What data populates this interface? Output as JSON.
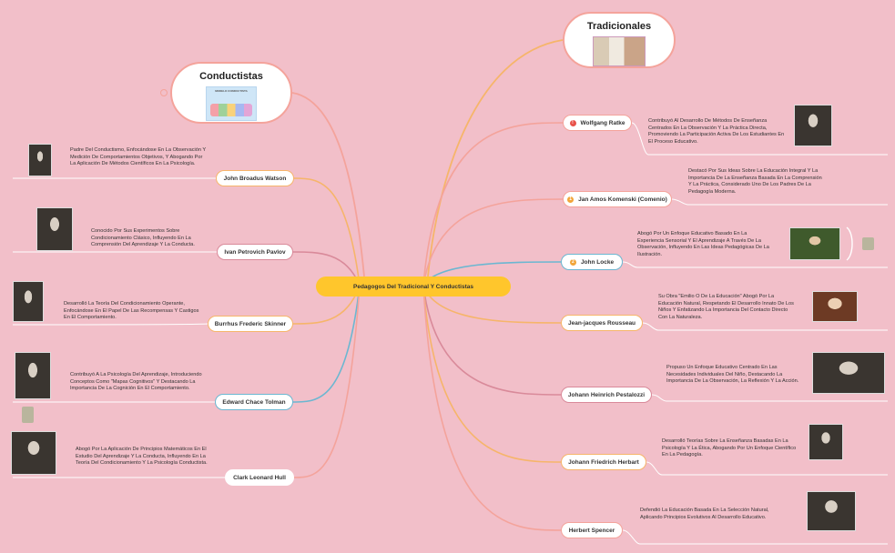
{
  "center": {
    "label": "Pedagogos Del Tradicional Y Conductistas"
  },
  "conductistas": {
    "title": "Conductistas",
    "image_caption": "MODELO CONDUCTISTA"
  },
  "tradicionales": {
    "title": "Tradicionales"
  },
  "left_nodes": [
    {
      "name": "John Broadus Watson",
      "desc": "Padre Del Conductismo, Enfocándose En La Observación Y Medición De Comportamientos Objetivos, Y Abogando Por La Aplicación De Métodos Científicos En La Psicología."
    },
    {
      "name": "Ivan Petrovich Pavlov",
      "desc": "Conocido Por Sus Experimentos Sobre Condicionamiento Clásico, Influyendo En La Comprensión Del Aprendizaje Y La Conducta."
    },
    {
      "name": "Burrhus Frederic Skinner",
      "desc": "Desarrolló La Teoría Del Condicionamiento Operante, Enfocándose En El Papel De Las Recompensas Y Castigos En El Comportamiento."
    },
    {
      "name": "Edward Chace Tolman",
      "desc": "Contribuyó A La Psicología Del Aprendizaje, Introduciendo Conceptos Como \"Mapas Cognitivos\" Y Destacando La Importancia De La Cognición En El Comportamiento."
    },
    {
      "name": "Clark Leonard Hull",
      "desc": "Abogó Por La Aplicación De Principios Matemáticos En El Estudio Del Aprendizaje Y La Conducta, Influyendo En La Teoría Del Condicionamiento Y La Psicología Conductista."
    }
  ],
  "right_nodes": [
    {
      "name": "Wolfgang Ratke",
      "badge": "!",
      "desc": "Contribuyó Al Desarrollo De Métodos De Enseñanza Centrados En La Observación Y La Práctica Directa, Promoviendo La Participación Activa De Los Estudiantes En El Proceso Educativo."
    },
    {
      "name": "Jan Amos Komenski (Comenio)",
      "badge": "1",
      "desc": "Destacó Por Sus Ideas Sobre La Educación Integral Y La Importancia De La Enseñanza Basada En La Comprensión Y La Práctica, Considerado Uno De Los Padres De La Pedagogía Moderna."
    },
    {
      "name": "John Locke",
      "badge": "2",
      "desc": "Abogó Por Un Enfoque Educativo Basado En La Experiencia Sensorial Y El Aprendizaje A Través De La Observación, Influyendo En Las Ideas Pedagógicas De La Ilustración."
    },
    {
      "name": "Jean-jacques Rousseau",
      "badge": "",
      "desc": "Su Obra \"Emilio O De La Educación\" Abogó Por La Educación Natural, Respetando El Desarrollo Innato De Los Niños Y Enfatizando La Importancia Del Contacto Directo Con La Naturaleza."
    },
    {
      "name": "Johann Heinrich Pestalozzi",
      "badge": "",
      "desc": "Propuso Un Enfoque Educativo Centrado En Las Necesidades Individuales Del Niño, Destacando La Importancia De La Observación, La Reflexión Y La Acción."
    },
    {
      "name": "Johann Friedrich Herbart",
      "badge": "",
      "desc": "Desarrolló Teorías Sobre La Enseñanza Basadas En La Psicología Y La Ética, Abogando Por Un Enfoque Científico En La Pedagogía."
    },
    {
      "name": "Herbert Spencer",
      "badge": "",
      "desc": "Defendió La Educación Basada En La Selección Natural, Aplicando Principios Evolutivos Al Desarrollo Educativo."
    }
  ],
  "colors": {
    "background": "#f2bfc9",
    "center": "#ffc62c",
    "badge_red": "#e8524a",
    "badge_orange": "#f2a53a",
    "branch_pink": "#f4a39b",
    "branch_orange": "#f6b56a",
    "branch_blue": "#6bb7d1",
    "branch_rose": "#d98a9a"
  }
}
